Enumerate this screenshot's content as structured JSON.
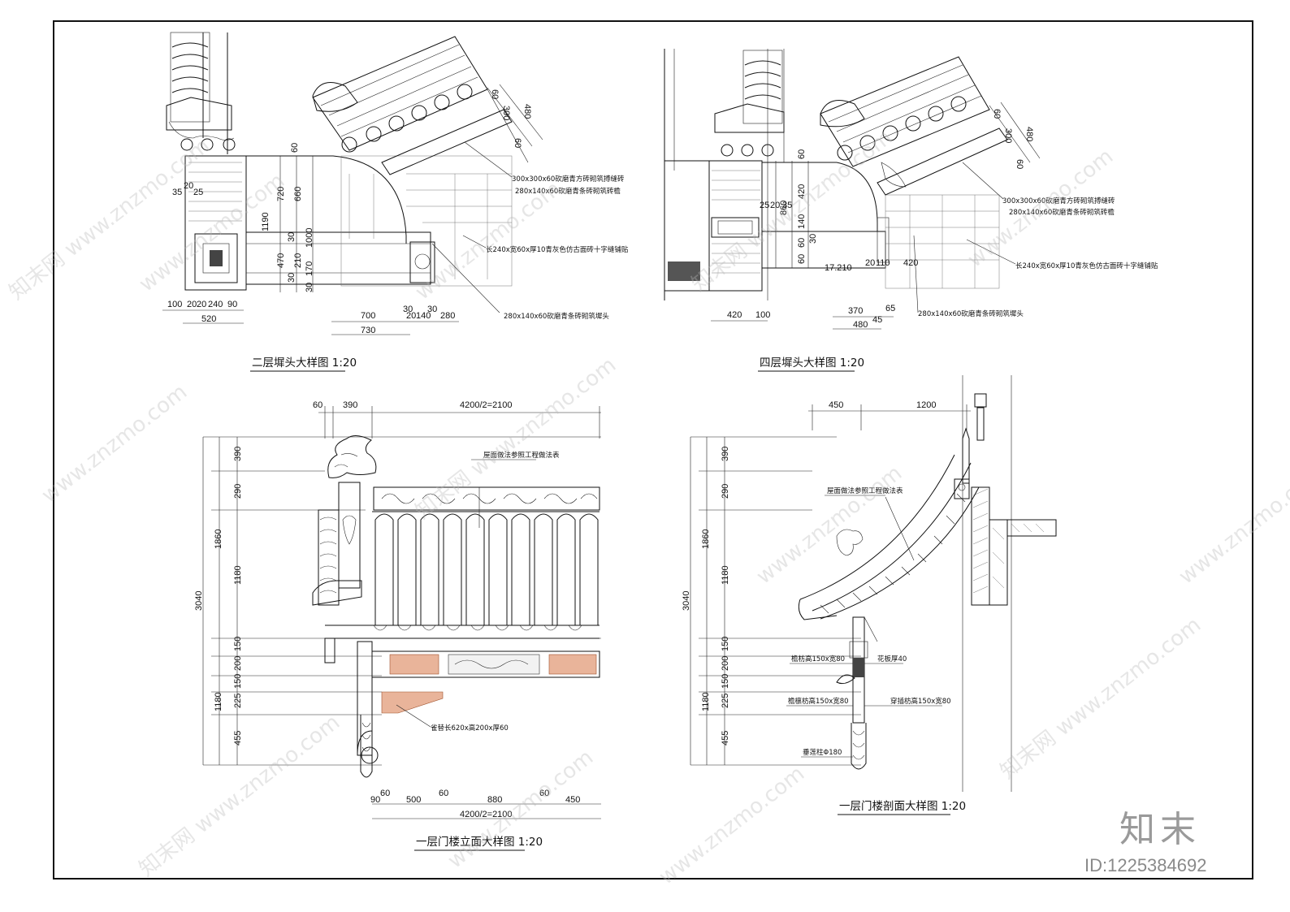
{
  "views": {
    "v1": {
      "title": "二层墀头大样图 1:20",
      "dims": [
        "60",
        "720",
        "660",
        "1190",
        "1000",
        "30",
        "470",
        "210",
        "30",
        "30",
        "170",
        "35",
        "20",
        "25",
        "100",
        "20",
        "20",
        "240",
        "90",
        "520",
        "700",
        "730",
        "30",
        "20",
        "140",
        "30",
        "280"
      ],
      "notes": [
        "300x300x60砍磨青方砖砌筑搏缝砖",
        "280x140x60砍磨青条砖砌筑砖檐",
        "长240x宽60x厚10青灰色仿古面砖十字缝铺贴",
        "280x140x60砍磨青条砖砌筑墀头"
      ],
      "verticals": [
        "60",
        "300",
        "60",
        "480"
      ]
    },
    "v2": {
      "title": "四层墀头大样图 1:20",
      "dims": [
        "60",
        "420",
        "860",
        "140",
        "60",
        "30",
        "60",
        "25",
        "20",
        "35",
        "420",
        "100",
        "17.210",
        "20",
        "110",
        "420",
        "370",
        "65",
        "480",
        "45"
      ],
      "notes": [
        "300x300x60砍磨青方砖砌筑搏缝砖",
        "280x140x60砍磨青条砖砌筑砖檐",
        "长240x宽60x厚10青灰色仿古面砖十字缝铺贴",
        "280x140x60砍磨青条砖砌筑墀头"
      ],
      "verticals": [
        "60",
        "300",
        "60",
        "480"
      ]
    },
    "v3": {
      "title": "一层门楼立面大样图 1:20",
      "top_dims": [
        "60",
        "390",
        "4200/2=2100"
      ],
      "bottom_dims": [
        "90",
        "60",
        "500",
        "60",
        "880",
        "60",
        "450"
      ],
      "bottom_total": "4200/2=2100",
      "left_dims": [
        "390",
        "290",
        "1180",
        "1860",
        "3040",
        "150",
        "200",
        "150",
        "225",
        "455",
        "1180"
      ],
      "notes": [
        "屋面做法参照工程做法表",
        "雀替长620x高200x厚60"
      ]
    },
    "v4": {
      "title": "一层门楼剖面大样图 1:20",
      "top_dims": [
        "450",
        "1200"
      ],
      "left_dims": [
        "390",
        "290",
        "1180",
        "1860",
        "3040",
        "150",
        "200",
        "150",
        "225",
        "455",
        "1180"
      ],
      "notes": [
        "屋面做法参照工程做法表",
        "檐枋高150x宽80",
        "花板厚40",
        "檐檩枋高150x宽80",
        "穿插枋高150x宽80",
        "垂莲柱Φ180"
      ]
    }
  },
  "watermark": "www.znzmo.com",
  "watermark_cn": "知末网",
  "brand": "知末",
  "image_id": "ID:1225384692"
}
